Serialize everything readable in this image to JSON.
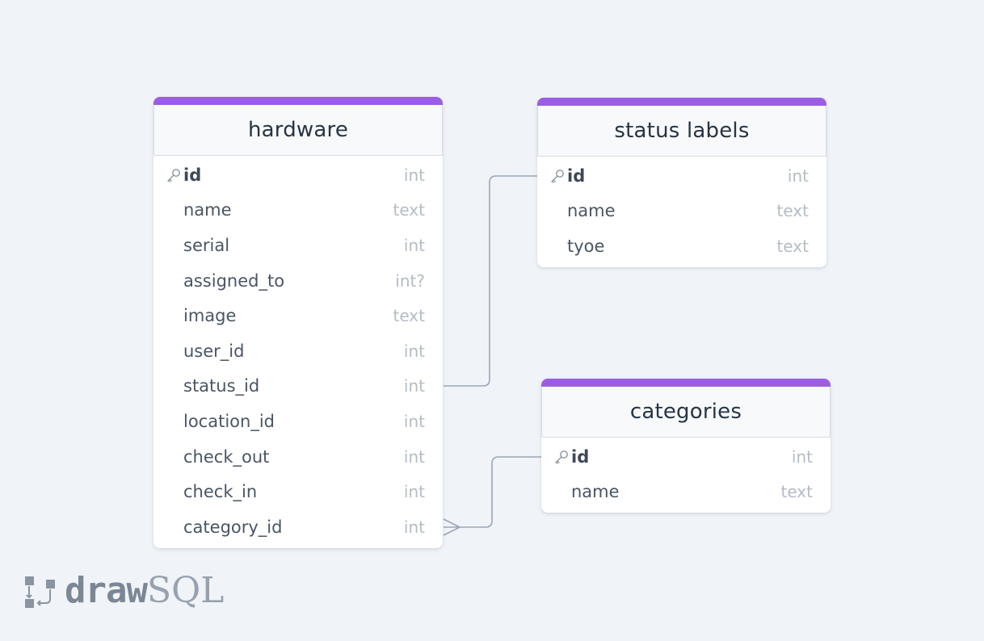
{
  "logo": {
    "bold": "draw",
    "light": "SQL"
  },
  "tables": {
    "hardware": {
      "title": "hardware",
      "columns": [
        {
          "name": "id",
          "type": "int",
          "pk": true
        },
        {
          "name": "name",
          "type": "text"
        },
        {
          "name": "serial",
          "type": "int"
        },
        {
          "name": "assigned_to",
          "type": "int?"
        },
        {
          "name": "image",
          "type": "text"
        },
        {
          "name": "user_id",
          "type": "int"
        },
        {
          "name": "status_id",
          "type": "int"
        },
        {
          "name": "location_id",
          "type": "int"
        },
        {
          "name": "check_out",
          "type": "int"
        },
        {
          "name": "check_in",
          "type": "int"
        },
        {
          "name": "category_id",
          "type": "int"
        }
      ]
    },
    "status_labels": {
      "title": "status labels",
      "columns": [
        {
          "name": "id",
          "type": "int",
          "pk": true
        },
        {
          "name": "name",
          "type": "text"
        },
        {
          "name": "tyoe",
          "type": "text"
        }
      ]
    },
    "categories": {
      "title": "categories",
      "columns": [
        {
          "name": "id",
          "type": "int",
          "pk": true
        },
        {
          "name": "name",
          "type": "text"
        }
      ]
    }
  },
  "relations": [
    {
      "from": "hardware.status_id",
      "to": "status_labels.id",
      "cardinality": "one-to-one"
    },
    {
      "from": "hardware.category_id",
      "to": "categories.id",
      "cardinality": "many-to-one"
    }
  ],
  "colors": {
    "accent": "#9b5de5",
    "background": "#f0f4f8",
    "connector": "#9aa6b8"
  }
}
